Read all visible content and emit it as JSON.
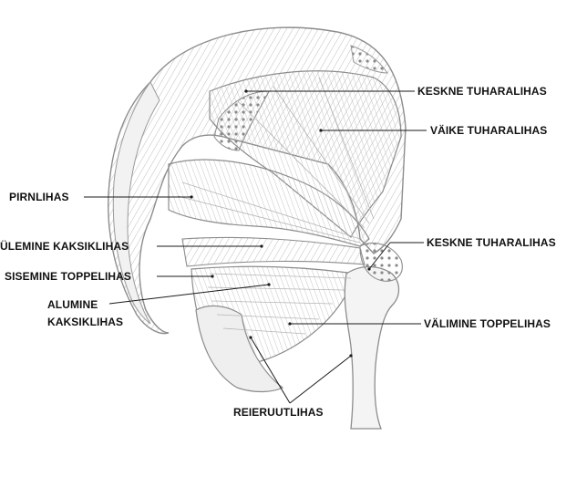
{
  "labels": {
    "keskne_top": "KESKNE TUHARALIHAS",
    "vaike": "VÄIKE TUHARALIHAS",
    "pirnlihas": "PIRNLIHAS",
    "ulemine": "ÜLEMINE KAKSIKLIHAS",
    "keskne_right": "KESKNE TUHARALIHAS",
    "sisemine": "SISEMINE TOPPELIHAS",
    "alumine_1": "ALUMINE",
    "alumine_2": "KAKSIKLIHAS",
    "valimine": "VÄLIMINE TOPPELIHAS",
    "reieruut": "REIERUUTLIHAS"
  },
  "colors": {
    "text": "#111111",
    "line": "#1a1a1a",
    "paper": "#ffffff",
    "sketch": "#9a9a9a"
  },
  "icons": {
    "illustration": "hip-muscles-sketch"
  }
}
